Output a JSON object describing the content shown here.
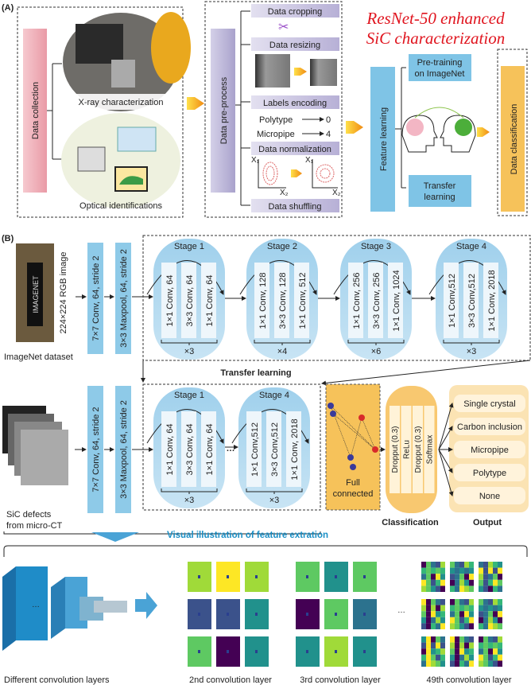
{
  "panel_a": {
    "label": "(A)",
    "data_collection": "Data collection",
    "xray": "X-ray  characterization",
    "optical": "Optical identifications",
    "preprocess": "Data pre-process",
    "steps": [
      "Data cropping",
      "Data resizing",
      "Labels encoding",
      "Data normalization",
      "Data shuffling"
    ],
    "encoding": [
      {
        "label": "Polytype",
        "value": "0"
      },
      {
        "label": "Micropipe",
        "value": "4"
      }
    ],
    "axis_labels": [
      "X₁",
      "X₂"
    ],
    "title_line1": "ResNet-50 enhanced",
    "title_line2": "SiC characterization",
    "feature_learning": "Feature learning",
    "pretraining": [
      "Pre-training",
      "on ImageNet"
    ],
    "transfer": [
      "Transfer",
      "learning"
    ],
    "data_classification": "Data classification",
    "colors": {
      "title": "#e0141e",
      "collection": "#f0a8b2",
      "preprocess": "#b9b3d6",
      "feature": "#7fc4e6",
      "classification": "#f6c25a"
    }
  },
  "panel_b": {
    "label": "(B)",
    "imagenet_logo": "IMAGENET",
    "rgb_image": "224×224 RGB image",
    "imagenet_dataset": "ImageNet dataset",
    "conv": "7×7 Conv, 64, stride 2",
    "maxpool": "3×3 Maxpool, 64, stride 2",
    "stages_top": [
      {
        "title": "Stage 1",
        "layers": [
          "1×1 Conv, 64",
          "3×3 Conv, 64",
          "1×1 Conv, 64"
        ],
        "repeat": "×3"
      },
      {
        "title": "Stage 2",
        "layers": [
          "1×1 Conv, 128",
          "3×3 Conv, 128",
          "1×1 Conv, 512"
        ],
        "repeat": "×4"
      },
      {
        "title": "Stage 3",
        "layers": [
          "1×1 Conv, 256",
          "3×3 Conv, 256",
          "1×1 Conv, 1024"
        ],
        "repeat": "×6"
      },
      {
        "title": "Stage 4",
        "layers": [
          "1×1 Conv,512",
          "3×3 Conv,512",
          "1×1 Conv, 2018"
        ],
        "repeat": "×3"
      }
    ],
    "transfer_learning": "Transfer learning",
    "stages_bottom": [
      {
        "title": "Stage 1",
        "layers": [
          "1×1 Conv, 64",
          "3×3 Conv, 64",
          "1×1 Conv, 64"
        ],
        "repeat": "×3"
      },
      {
        "title": "Stage 4",
        "layers": [
          "1×1 Conv,512",
          "3×3 Conv,512",
          "1×1 Conv, 2018"
        ],
        "repeat": "×3"
      }
    ],
    "ellipsis": "…",
    "full_connected": [
      "Full",
      "connected"
    ],
    "head_layers": [
      "Dropput (0.3)",
      "ReLu",
      "Dropput (0.3)",
      "Softmax"
    ],
    "outputs": [
      "Single crystal",
      "Carbon inclusion",
      "Micropipe",
      "Polytype",
      "None"
    ],
    "sic_defects": [
      "SiC defects",
      "from micro-CT"
    ],
    "classification": "Classification",
    "output": "Output"
  },
  "panel_c": {
    "title": "Visual illustration of feature extration",
    "ellipsis": "…",
    "labels": [
      "Different convolution layers",
      "2nd convolution layer",
      "3rd convolution layer",
      "49th convolution layer"
    ],
    "colors": {
      "title": "#1a8fc6"
    }
  }
}
